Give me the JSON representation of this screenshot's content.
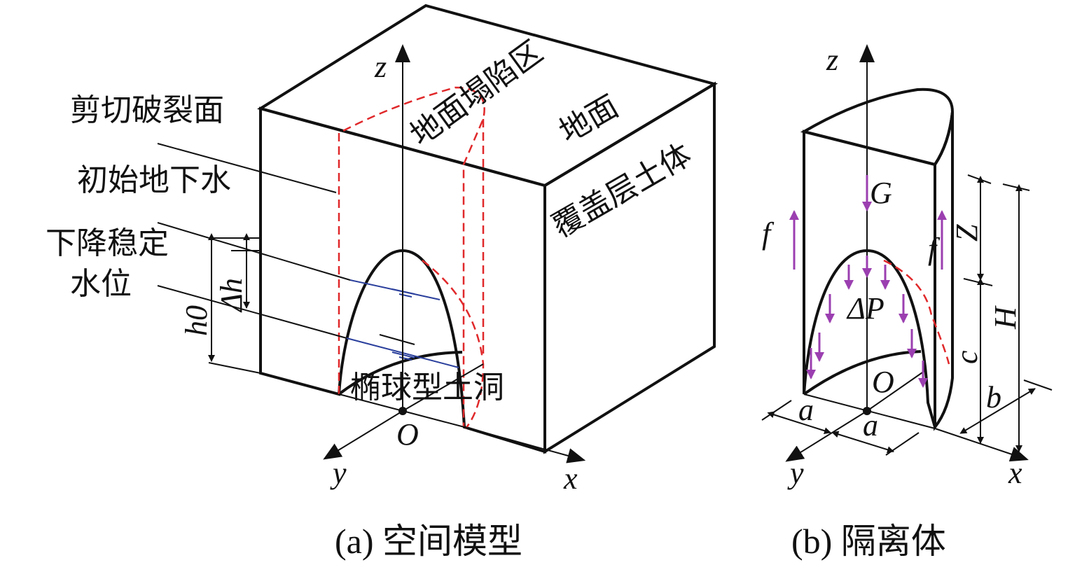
{
  "panel_a": {
    "caption": "(a) 空间模型",
    "labels": {
      "shear_surface": "剪切破裂面",
      "initial_groundwater": "初始地下水",
      "lowered_level_1": "下降稳定",
      "lowered_level_2": "水位",
      "collapse_zone": "地面塌陷区",
      "ground": "地面",
      "overburden": "覆盖层土体",
      "cavity": "椭球型土洞",
      "delta_h": "Δh",
      "h0": "h0",
      "axis_z": "z",
      "axis_x": "x",
      "axis_y": "y",
      "origin": "O"
    }
  },
  "panel_b": {
    "caption": "(b) 隔离体",
    "labels": {
      "G": "G",
      "delta_P": "ΔP",
      "f_left": "f",
      "f_right": "f",
      "Z": "Z",
      "c": "c",
      "H": "H",
      "b": "b",
      "a_left": "a",
      "a_right": "a",
      "axis_z": "z",
      "axis_x": "x",
      "axis_y": "y",
      "origin": "O"
    }
  },
  "colors": {
    "failure_surface": "#e0282a",
    "water_level": "#2a3f9c",
    "force_arrows": "#9b3fb0",
    "hatch": "#8a8a8a"
  }
}
